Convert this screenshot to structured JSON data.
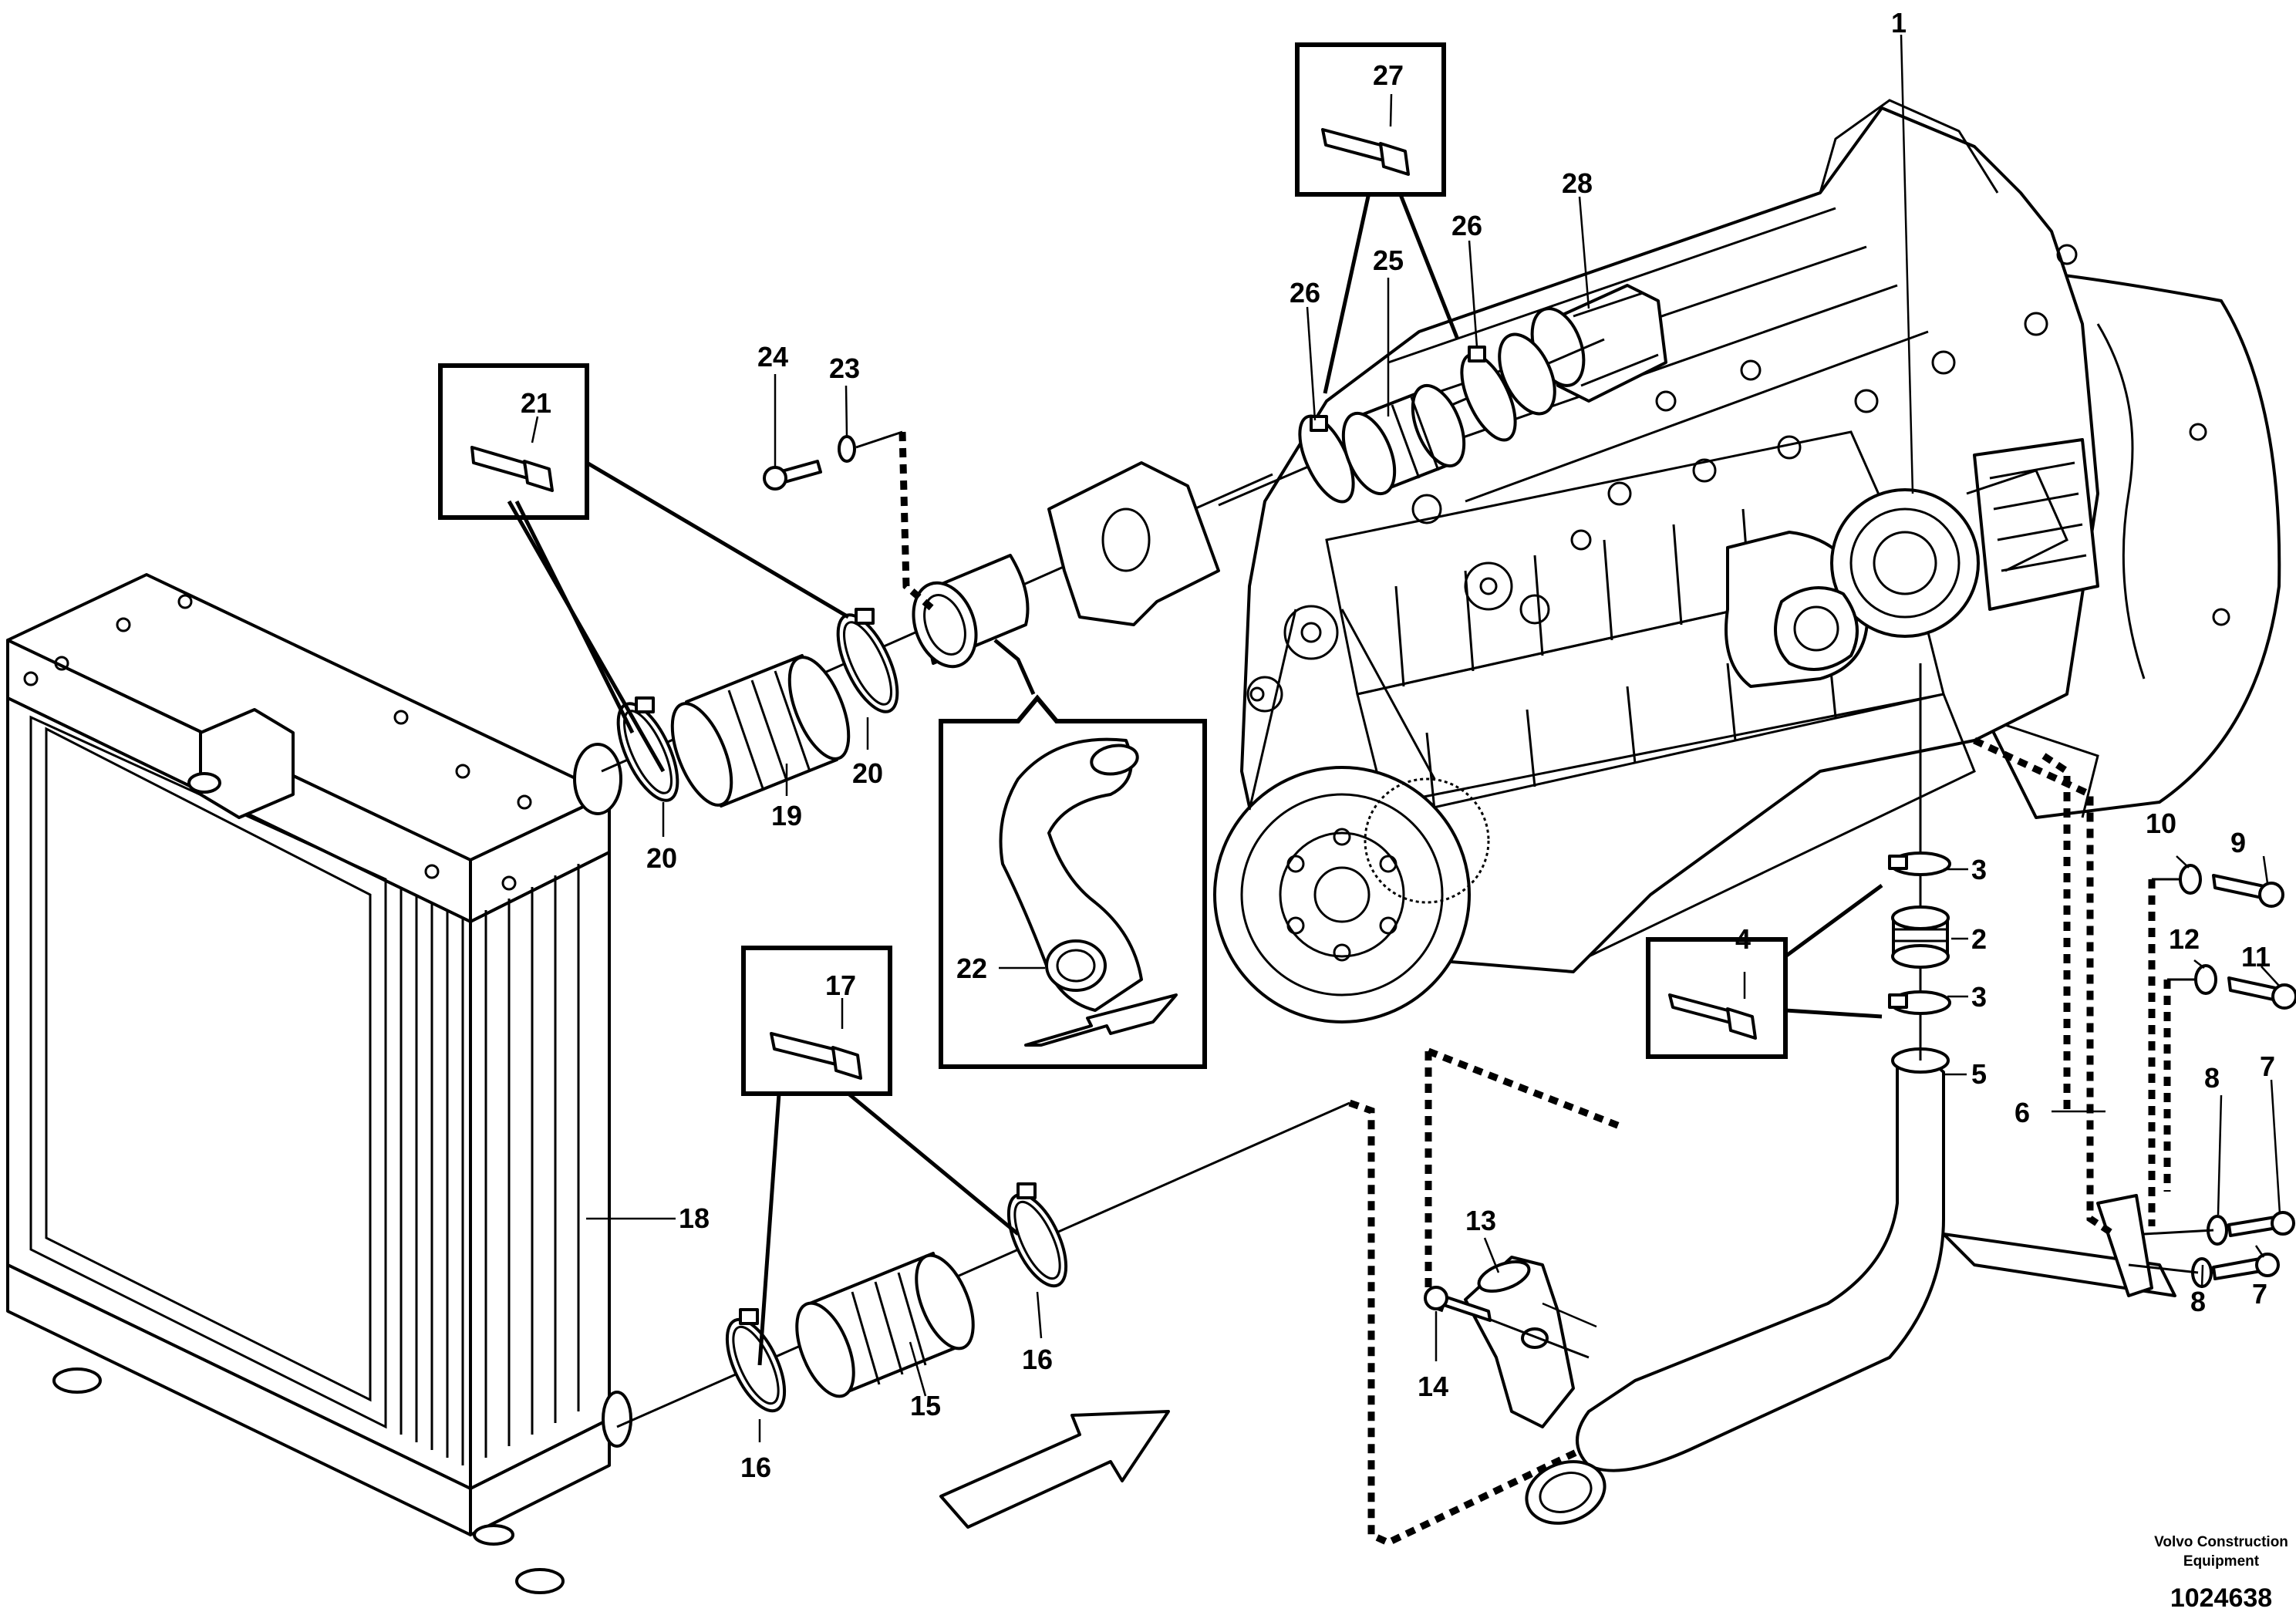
{
  "diagram": {
    "callouts": {
      "c1": "1",
      "c2": "2",
      "c3a": "3",
      "c3b": "3",
      "c4": "4",
      "c5": "5",
      "c6": "6",
      "c7a": "7",
      "c7b": "7",
      "c8a": "8",
      "c8b": "8",
      "c9": "9",
      "c10": "10",
      "c11": "11",
      "c12": "12",
      "c13": "13",
      "c14": "14",
      "c15": "15",
      "c16a": "16",
      "c16b": "16",
      "c17": "17",
      "c18": "18",
      "c19": "19",
      "c20a": "20",
      "c20b": "20",
      "c21": "21",
      "c22": "22",
      "c23": "23",
      "c24": "24",
      "c25": "25",
      "c26a": "26",
      "c26b": "26",
      "c27": "27",
      "c28": "28"
    },
    "footer": {
      "company": "Volvo Construction",
      "company2": "Equipment",
      "number": "1024638"
    }
  }
}
